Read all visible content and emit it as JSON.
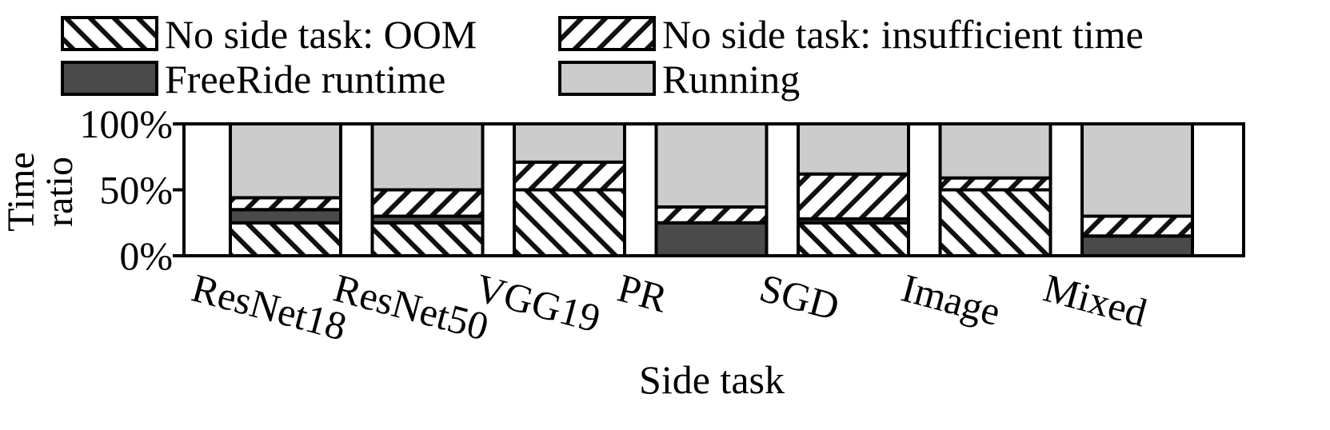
{
  "chart_data": {
    "type": "bar",
    "stacked": true,
    "categories": [
      "ResNet18",
      "ResNet50",
      "VGG19",
      "PR",
      "SGD",
      "Image",
      "Mixed"
    ],
    "series": [
      {
        "name": "No side task: OOM",
        "key": "oom",
        "pattern": "hatch-back",
        "values": [
          25,
          25,
          50,
          0,
          25,
          50,
          0
        ]
      },
      {
        "name": "FreeRide runtime",
        "key": "runtime",
        "fill": "#4a4a4a",
        "values": [
          10,
          5,
          0,
          25,
          3,
          0,
          15
        ]
      },
      {
        "name": "No side task: insufficient time",
        "key": "insufficient",
        "pattern": "hatch-fwd",
        "values": [
          9,
          20,
          21,
          12,
          34,
          9,
          15
        ]
      },
      {
        "name": "Running",
        "key": "running",
        "fill": "#cccccc",
        "values": [
          56,
          50,
          29,
          63,
          38,
          41,
          70
        ]
      }
    ],
    "legend_order": [
      "oom",
      "insufficient",
      "runtime",
      "running"
    ],
    "legend_position": "top",
    "ylabel": "Time ratio",
    "xlabel": "Side task",
    "ylim": [
      0,
      100
    ],
    "yticks": [
      "0%",
      "50%",
      "100%"
    ],
    "ytick_values": [
      0,
      50,
      100
    ],
    "grid": false
  }
}
